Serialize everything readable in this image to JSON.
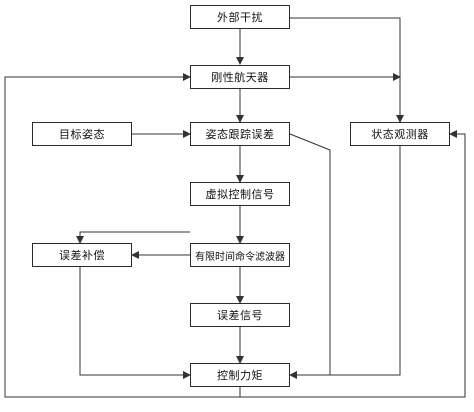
{
  "nodes": {
    "external_disturbance": "外部干扰",
    "rigid_spacecraft": "刚性航天器",
    "target_attitude": "目标姿态",
    "attitude_tracking_error": "姿态跟踪误差",
    "state_observer": "状态观测器",
    "virtual_control_signal": "虚拟控制信号",
    "error_compensation": "误差补偿",
    "finite_time_command_filter": "有限时间命令滤波器",
    "error_signal": "误差信号",
    "control_torque": "控制力矩"
  },
  "colors": {
    "line": "#333333",
    "border": "#2b2b2b",
    "background": "#ffffff"
  }
}
